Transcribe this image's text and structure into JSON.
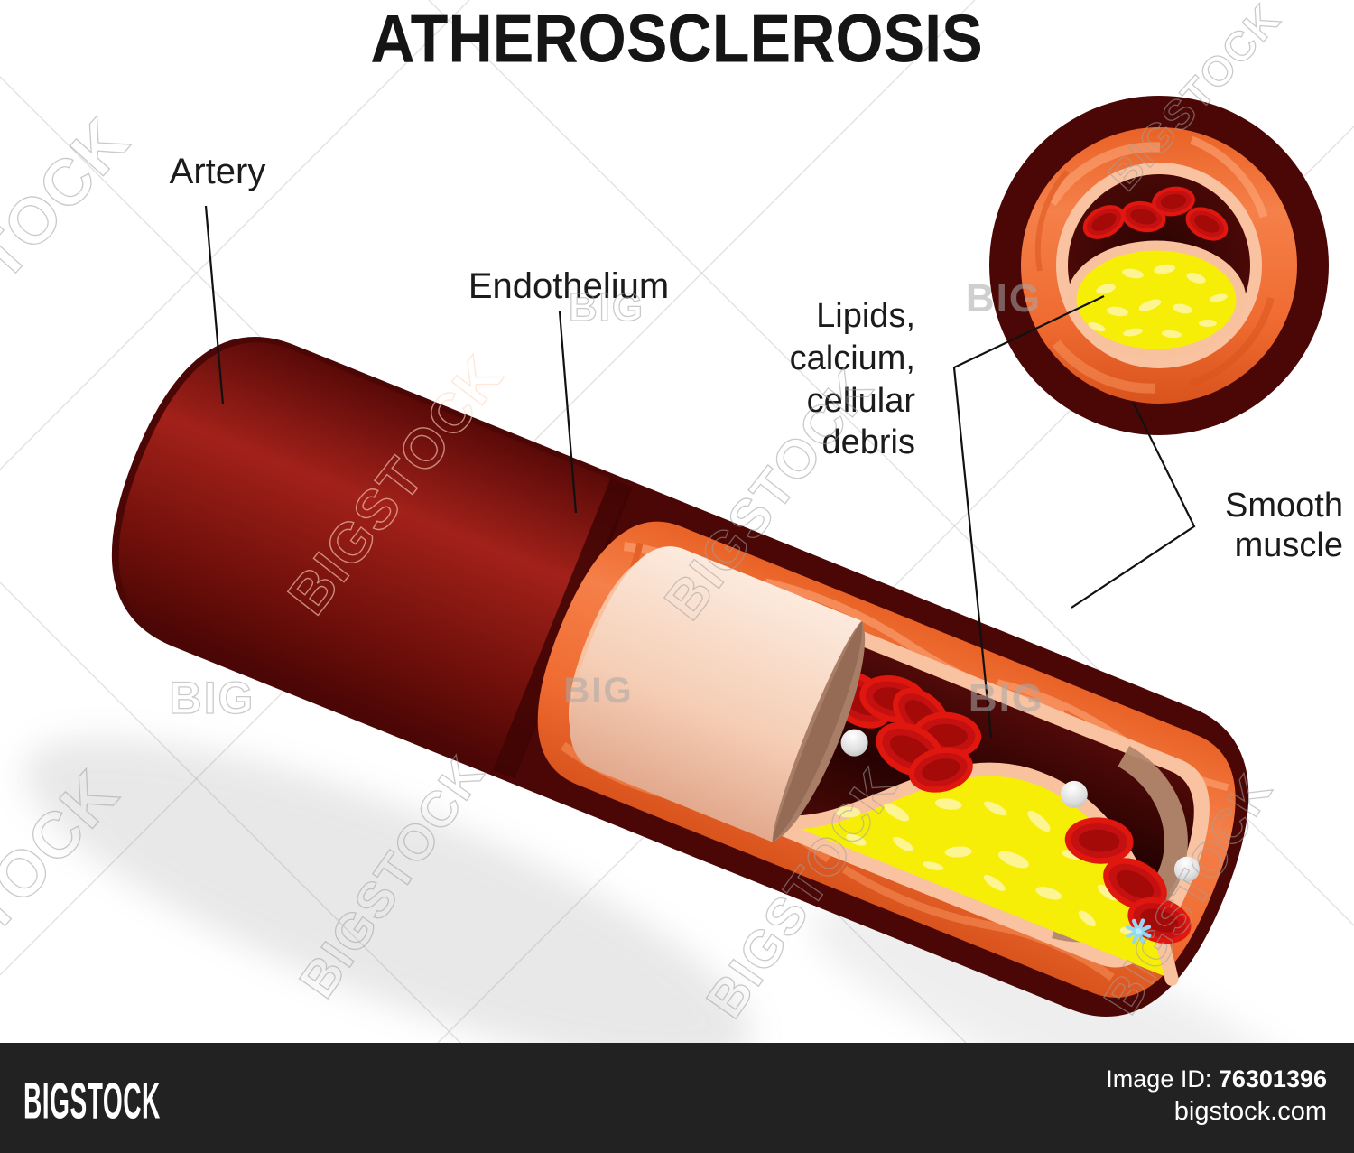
{
  "title": "ATHEROSCLEROSIS",
  "labels": {
    "artery": "Artery",
    "endothelium": "Endothelium",
    "lipids_line1": "Lipids,",
    "lipids_line2": "calcium,",
    "lipids_line3": "cellular",
    "lipids_line4": "debris",
    "smooth_line1": "Smooth",
    "smooth_line2": "muscle"
  },
  "watermark": {
    "brand": "BIGSTOCK",
    "big": "BIG",
    "stock": "STOCK"
  },
  "footer": {
    "logo": "BIGSTOCK",
    "image_id_label": "Image ID:",
    "image_id": "76301396",
    "site": "bigstock.com"
  },
  "colors": {
    "outer_wall_maroon": "#4b0706",
    "artery_red": "#9e1d14",
    "smooth_muscle_orange": "#f0713a",
    "endothelium_pink": "#f8dcc9",
    "lining_salmon": "#f9c2a1",
    "lumen_dark_red": "#2c0303",
    "plaque_yellow": "#f7ee07",
    "rbc_red": "#df170e",
    "platelet_blue": "#93d8f2",
    "footer_bar": "#222222"
  }
}
